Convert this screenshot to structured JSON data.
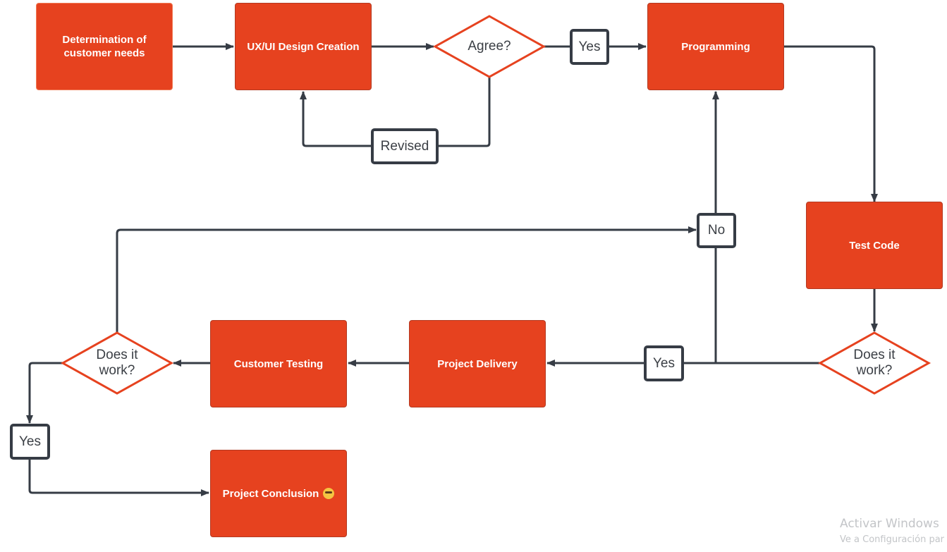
{
  "colors": {
    "box_fill": "#e6421f",
    "box_border": "#b33a22",
    "diamond_stroke": "#e6421f",
    "connector": "#363c45",
    "label_border": "#363c45"
  },
  "nodes": {
    "customer_needs": "Determination of customer needs",
    "ux_ui_design": "UX/UI Design Creation",
    "programming": "Programming",
    "test_code": "Test Code",
    "project_delivery": "Project Delivery",
    "customer_testing": "Customer Testing",
    "project_conclusion": "Project Conclusion",
    "project_conclusion_icon": "face-emoji-icon"
  },
  "decisions": {
    "agree": "Agree?",
    "does_it_work_1": "Does it work?",
    "does_it_work_2": "Does it work?"
  },
  "labels": {
    "yes_1": "Yes",
    "revised": "Revised",
    "no": "No",
    "yes_2": "Yes",
    "yes_3": "Yes"
  },
  "watermark": {
    "title": "Activar Windows",
    "subtitle": "Ve a Configuración par"
  }
}
